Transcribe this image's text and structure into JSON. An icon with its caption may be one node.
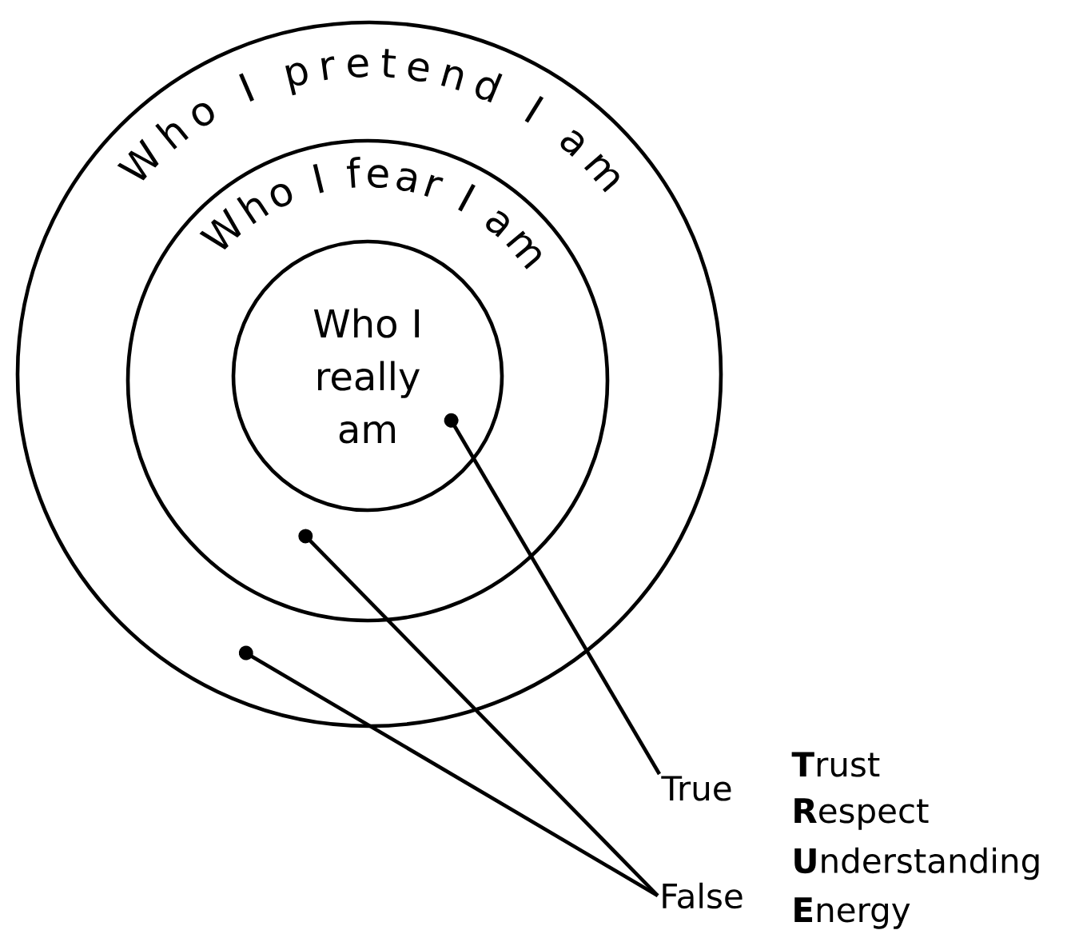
{
  "diagram": {
    "nodes": [
      {
        "text": [
          "Who I pretend I am"
        ]
      },
      {
        "text": [
          "Who I fear I am"
        ],
        "in": 0
      },
      {
        "text": [
          "Who I really am"
        ],
        "in": 1
      },
      {
        "text": [
          "True"
        ]
      },
      {
        "text": [
          "False"
        ]
      }
    ],
    "edges": [
      {
        "from": 3,
        "to": 2,
        "arrow": "other"
      },
      {
        "from": 4,
        "to": 1,
        "arrow": "other"
      },
      {
        "from": 4,
        "to": 0,
        "arrow": "other"
      }
    ],
    "labels": [
      "**T**rust",
      "**R**espect",
      "**U**nderstanding",
      "**E**nergy"
    ]
  }
}
